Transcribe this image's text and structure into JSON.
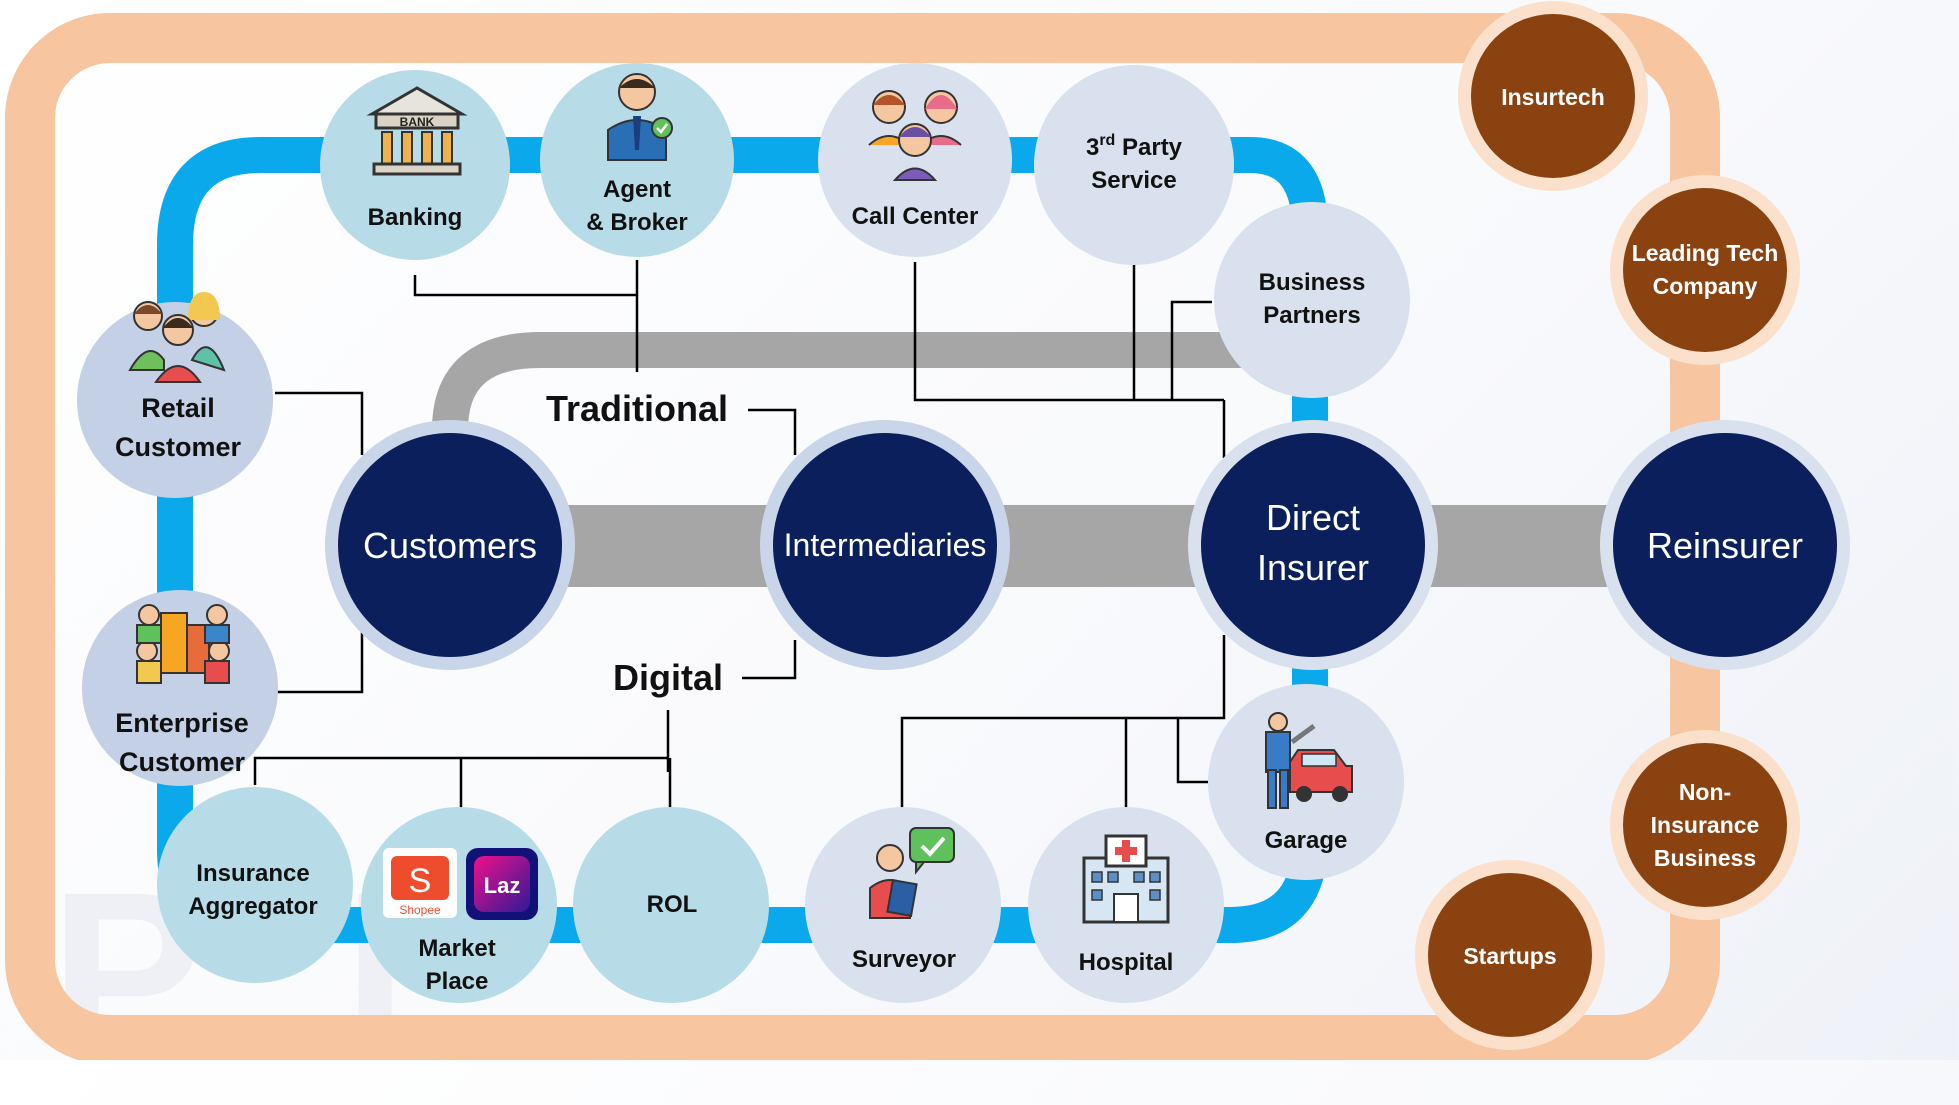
{
  "diagram": {
    "hubs": {
      "customers": "Customers",
      "intermediaries": "Intermediaries",
      "direct_insurer_line1": "Direct",
      "direct_insurer_line2": "Insurer",
      "reinsurer": "Reinsurer"
    },
    "channels": {
      "traditional": "Traditional",
      "digital": "Digital"
    },
    "nodes": {
      "banking": "Banking",
      "agent_line1": "Agent",
      "agent_line2": "& Broker",
      "call_center": "Call Center",
      "third_party_prefix": "3",
      "third_party_sup": "rd",
      "third_party_line1_rest": " Party",
      "third_party_line2": "Service",
      "business_partners_line1": "Business",
      "business_partners_line2": "Partners",
      "retail_line1": "Retail",
      "retail_line2": "Customer",
      "enterprise_line1": "Enterprise",
      "enterprise_line2": "Customer",
      "aggregator_line1": "Insurance",
      "aggregator_line2": "Aggregator",
      "marketplace_line1": "Market",
      "marketplace_line2": "Place",
      "rol": "ROL",
      "surveyor": "Surveyor",
      "hospital": "Hospital",
      "garage": "Garage",
      "bank_sign": "BANK",
      "shopee_logo": "S",
      "shopee_word": "Shopee",
      "lazada_logo": "Laz"
    },
    "ecosystem": {
      "insurtech": "Insurtech",
      "leading_tech_line1": "Leading Tech",
      "leading_tech_line2": "Company",
      "non_insurance_line1": "Non-",
      "non_insurance_line2": "Insurance",
      "non_insurance_line3": "Business",
      "startups": "Startups"
    },
    "colors": {
      "outer_loop": "#f7c59f",
      "blue_loop": "#0aa9ec",
      "trunk": "#a6a6a6",
      "hub_fill": "#0b1f5c",
      "hub_ring": "#c9d5e8",
      "node_light_blue": "#b7dce8",
      "node_grey_blue": "#d9e1ee",
      "node_lavender": "#c3d0e6",
      "eco_fill": "#8a4210",
      "eco_ring": "#f7c59f",
      "connector": "#000000"
    },
    "icons": [
      "bank-icon",
      "agent-icon",
      "call-center-icon",
      "people-icon",
      "building-people-icon",
      "shopee-icon",
      "lazada-icon",
      "surveyor-icon",
      "hospital-icon",
      "garage-icon"
    ]
  }
}
